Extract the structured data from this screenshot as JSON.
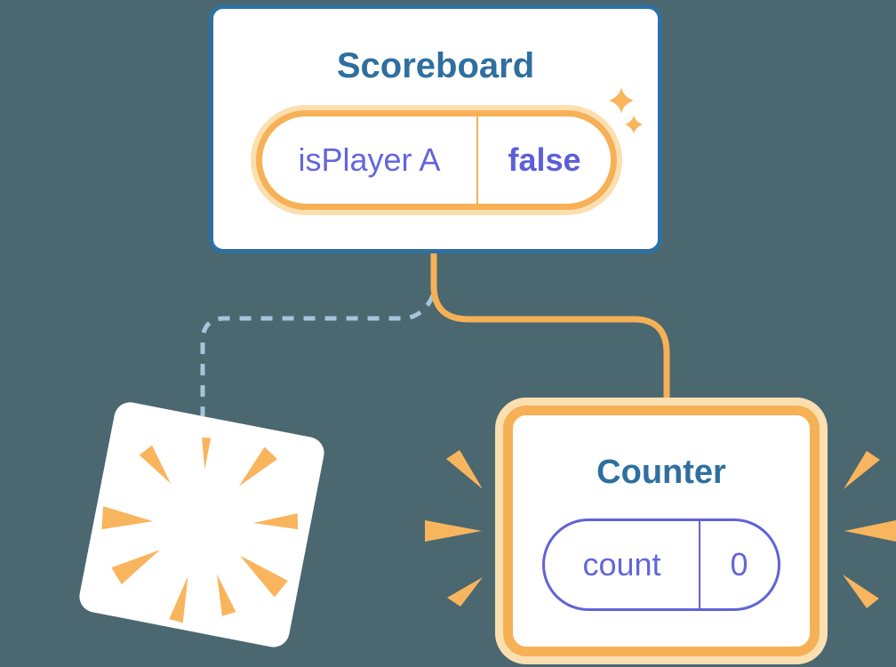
{
  "scoreboard": {
    "title": "Scoreboard",
    "state": {
      "name": "isPlayer A",
      "value": "false"
    }
  },
  "counter": {
    "title": "Counter",
    "state": {
      "name": "count",
      "value": "0"
    }
  },
  "icons": {
    "sparkles": "two four-point stars",
    "poof_burst": "radial wedge burst inside tilted blank card",
    "emphasis_marks": "three wedge lines on each side of counter card"
  },
  "connectors": {
    "solid": "scoreboard to counter (kept, orange)",
    "dashed": "scoreboard to destroyed component (removed, blue-gray)"
  },
  "colors": {
    "background": "#4b6770",
    "card_border_blue": "#2e71a1",
    "title_text": "#2f6f9f",
    "accent_orange": "#f6b156",
    "accent_orange_halo": "#fbdfb0",
    "burst_orange": "#f8b55e",
    "state_text_purple": "#6466dc",
    "state_value_bold_purple": "#5d5fd8",
    "state_border_purple": "#6262d8",
    "dashed_line_blue": "#a7c5d8"
  }
}
